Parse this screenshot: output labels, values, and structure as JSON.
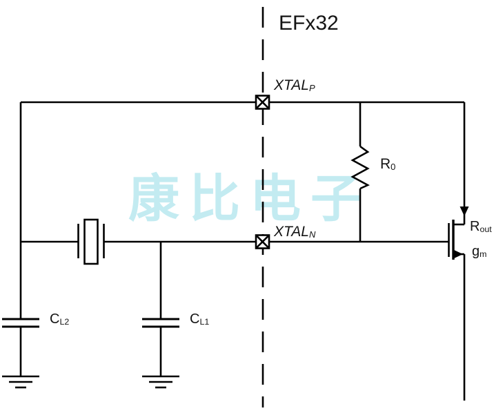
{
  "diagram": {
    "type": "crystal-oscillator-circuit-schematic",
    "chip_label": "EFx32",
    "watermark": {
      "text": "康比电子",
      "color": "#c3ebf1"
    },
    "labels": {
      "xtal_p": {
        "main": "XTAL",
        "sub": "P"
      },
      "xtal_n": {
        "main": "XTAL",
        "sub": "N"
      },
      "r0": {
        "main": "R",
        "sub": "0"
      },
      "rout": {
        "main": "R",
        "sub": "out"
      },
      "gm": {
        "main": "g",
        "sub": "m"
      },
      "cl2": {
        "main": "C",
        "sub": "L2"
      },
      "cl1": {
        "main": "C",
        "sub": "L1"
      }
    },
    "components": [
      {
        "name": "chip-boundary",
        "kind": "dashed-line",
        "label": "EFx32"
      },
      {
        "name": "pin-xtal-p",
        "kind": "pin",
        "label": "XTALP"
      },
      {
        "name": "pin-xtal-n",
        "kind": "pin",
        "label": "XTALN"
      },
      {
        "name": "crystal",
        "kind": "quartz-crystal",
        "label": ""
      },
      {
        "name": "load-cap-2",
        "kind": "capacitor-to-ground",
        "label": "CL2"
      },
      {
        "name": "load-cap-1",
        "kind": "capacitor-to-ground",
        "label": "CL1"
      },
      {
        "name": "bias-resistor",
        "kind": "resistor",
        "label": "R0"
      },
      {
        "name": "transconductance-transistor",
        "kind": "mosfet",
        "labels": [
          "Rout",
          "gm"
        ]
      }
    ],
    "colors": {
      "line": "#000000",
      "background": "#ffffff",
      "watermark": "#c3ebf1"
    }
  }
}
